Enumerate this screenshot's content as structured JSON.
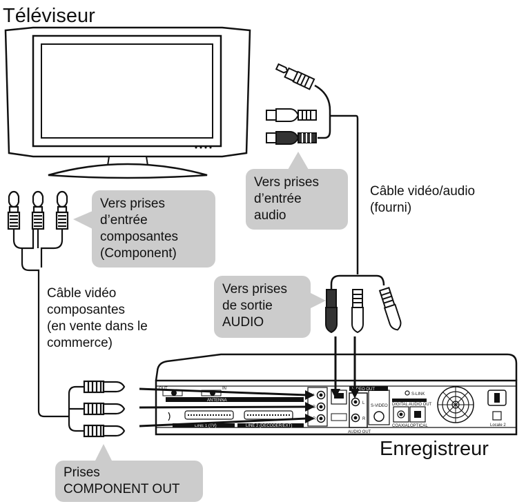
{
  "labels": {
    "tv_title": "Téléviseur",
    "recorder_title": "Enregistreur",
    "av_cable": [
      "Câble vidéo/audio",
      "(fourni)"
    ],
    "component_cable": [
      "Câble vidéo",
      "composantes",
      "(en vente dans le",
      "commerce)"
    ]
  },
  "callouts": {
    "audio_in": [
      "Vers prises",
      "d’entrée",
      "audio"
    ],
    "component_in": [
      "Vers prises",
      "d’entrée",
      "composantes",
      "(Component)"
    ],
    "audio_out": [
      "Vers prises",
      "de sortie",
      "AUDIO"
    ],
    "component_out": [
      "Prises",
      "COMPONENT OUT"
    ]
  },
  "panel_text": {
    "video_out": "VIDEO OUT",
    "s_link": "S-LINK",
    "digital_audio_out": "DIGITAL AUDIO OUT",
    "coaxial": "COAXIAL",
    "optical": "OPTICAL",
    "antenna": "ANTENNA",
    "line1": "LINE 1 (TV)",
    "line2": "LINE 2 (DECODER/EXT)",
    "audio_out_panel": "AUDIO OUT",
    "s_video": "S-VIDEO",
    "l": "L",
    "r": "R",
    "y": "Y",
    "pb": "PB",
    "pr": "PR",
    "out": "OUT",
    "in": "IN",
    "locale": "Locale 2"
  },
  "colors": {
    "callout_bg": "#cccccc",
    "line": "#111111",
    "plug_dark": "#333333"
  }
}
